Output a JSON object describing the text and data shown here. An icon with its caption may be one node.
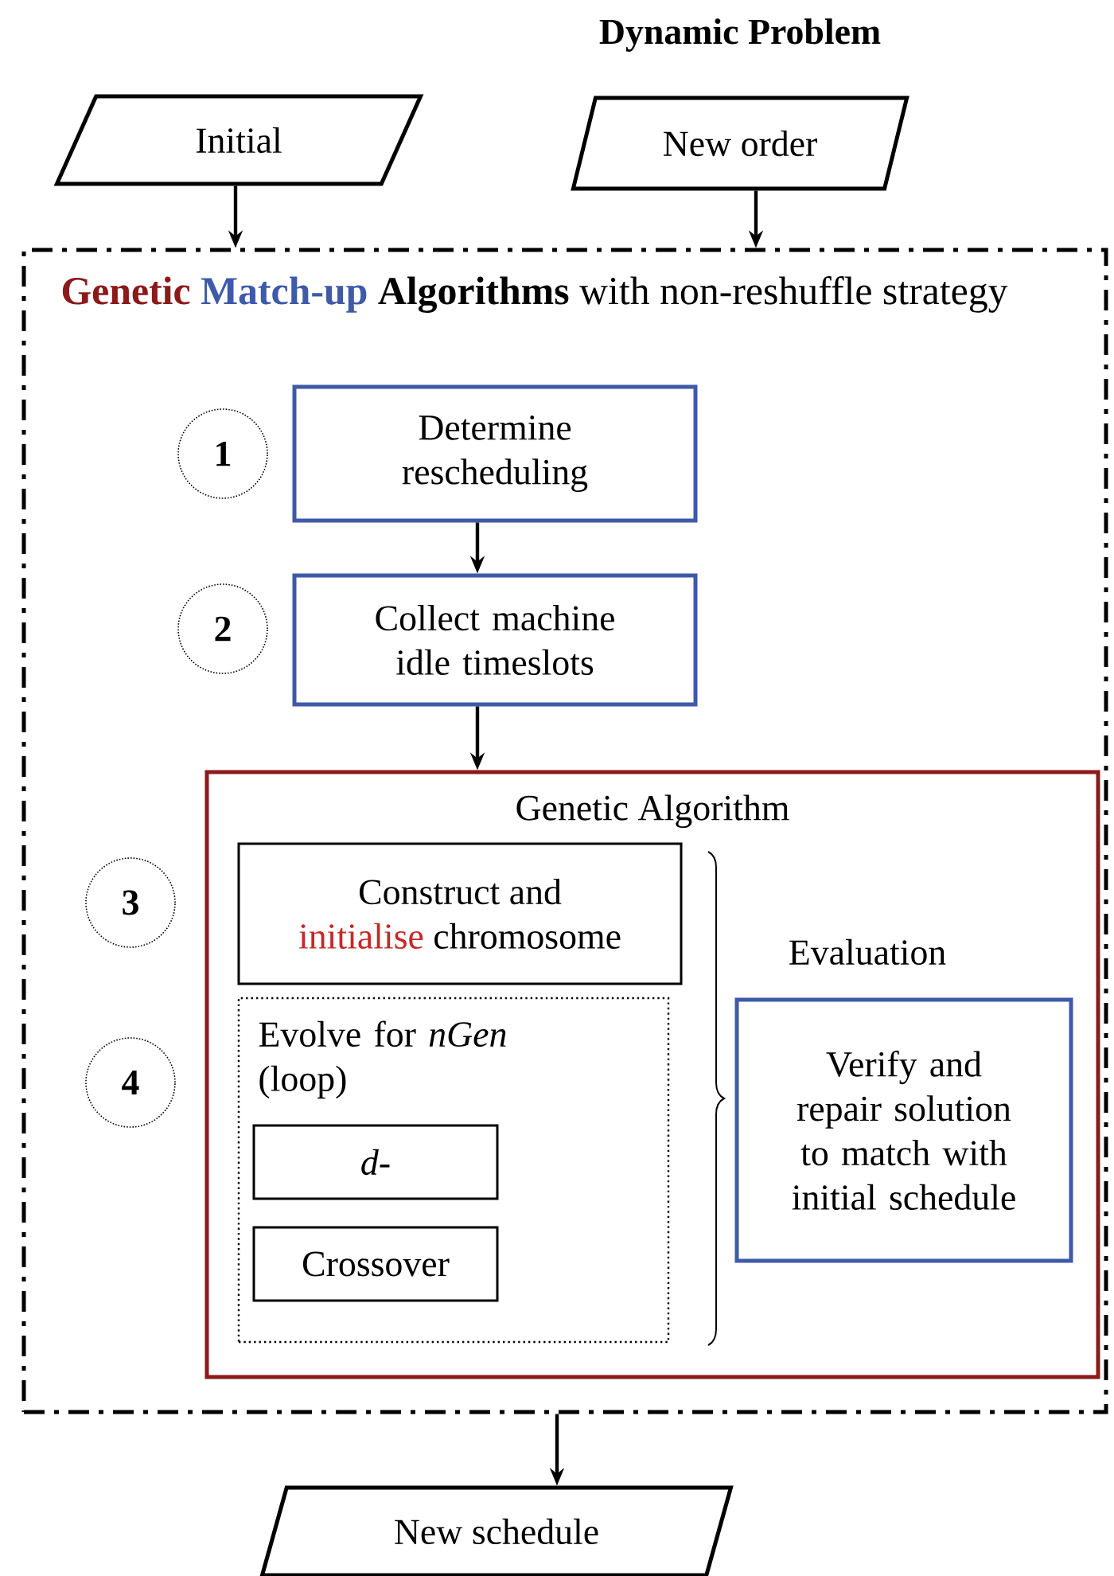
{
  "diagram": {
    "nodes": [
      {
        "text": [
          "Initial"
        ]
      },
      {
        "text": [
          "New order"
        ]
      },
      {
        "text": [
          "Genetic",
          "Match-up",
          "**Algorithms** with non-reshuffle strategy"
        ]
      },
      {
        "text": [
          "1"
        ],
        "in": 2
      },
      {
        "text": [
          "Determine rescheduling"
        ],
        "in": 2
      },
      {
        "text": [
          "2"
        ],
        "in": 2
      },
      {
        "text": [
          "Collect machine idle timeslots"
        ],
        "in": 2
      },
      {
        "text": [
          "Genetic Algorithm"
        ],
        "in": 2
      },
      {
        "text": [
          "3"
        ],
        "in": 2
      },
      {
        "text": [
          "Construct and",
          "initialise",
          "chromosome"
        ],
        "in": 7
      },
      {
        "text": [
          "4"
        ],
        "in": 2
      },
      {
        "text": [
          "Evolve for *nGen* (loop)"
        ],
        "in": 7
      },
      {
        "text": [
          "d-"
        ],
        "in": 11
      },
      {
        "text": [
          "Crossover"
        ],
        "in": 11
      },
      {
        "text": [
          "Verify and repair solution to match with initial schedule"
        ],
        "in": 7
      },
      {
        "text": [
          "New schedule"
        ]
      }
    ],
    "edges": [
      {
        "from": 0,
        "to": 2,
        "arrow": "to"
      },
      {
        "from": 1,
        "to": 2,
        "arrow": "to"
      },
      {
        "from": 4,
        "to": 6,
        "arrow": "to"
      },
      {
        "from": 6,
        "to": 7,
        "arrow": "to"
      },
      {
        "from": 2,
        "to": 15,
        "arrow": "to"
      }
    ],
    "labels": [
      "Dynamic Problem",
      "Evaluation"
    ]
  }
}
